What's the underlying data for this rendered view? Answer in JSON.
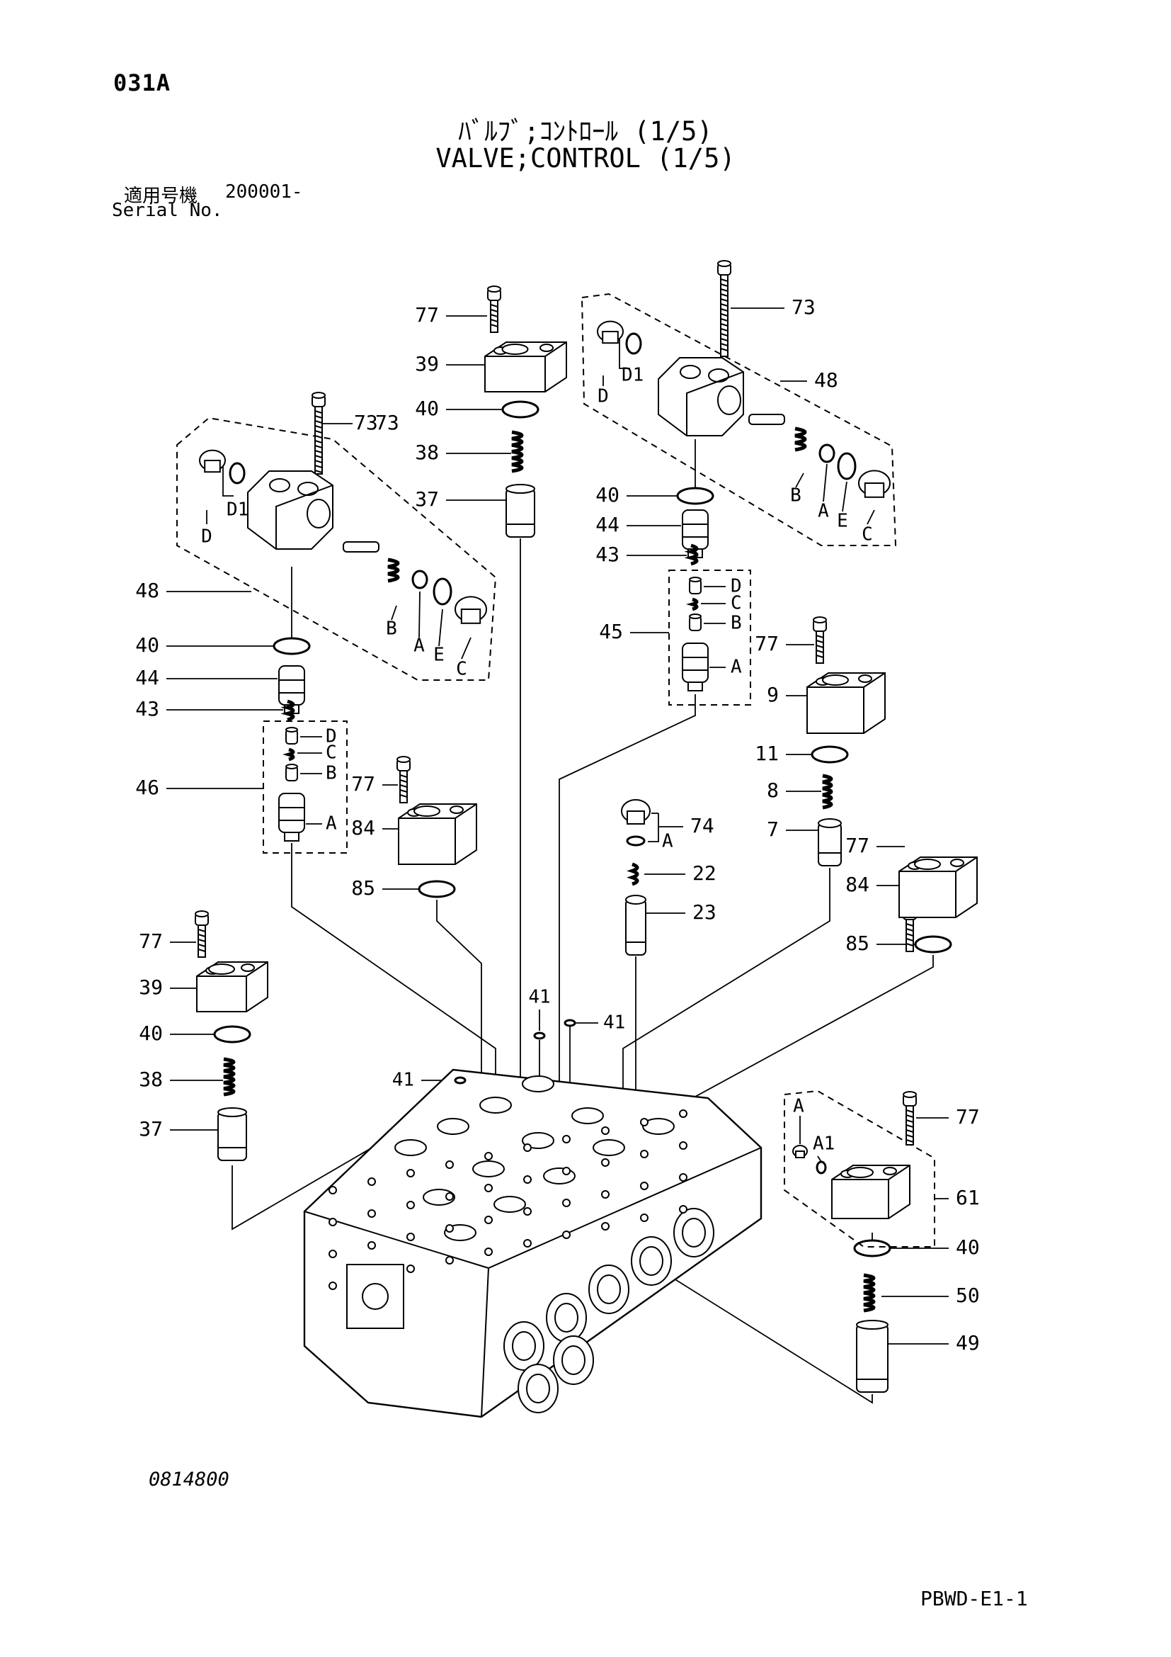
{
  "header": {
    "page_id": "031A",
    "title_jp": "ﾊﾞﾙﾌﾞ;ｺﾝﾄﾛｰﾙ (1/5)",
    "title_en": "VALVE;CONTROL (1/5)",
    "serial_label_jp": "適用号機",
    "serial_value": "200001-",
    "serial_label_en": "Serial No."
  },
  "footer": {
    "drawing_no": "0814800",
    "sheet_code": "PBWD-E1-1"
  },
  "callouts": {
    "left_group": [
      {
        "part": "73"
      },
      {
        "part": "48"
      },
      {
        "part": "40"
      },
      {
        "part": "44"
      },
      {
        "part": "43"
      },
      {
        "part": "46"
      }
    ],
    "left_group_letters": [
      "D1",
      "D",
      "B",
      "A",
      "E",
      "C",
      "D",
      "C",
      "B",
      "A"
    ],
    "center_top": [
      {
        "part": "77"
      },
      {
        "part": "39"
      },
      {
        "part": "40"
      },
      {
        "part": "38"
      },
      {
        "part": "37"
      }
    ],
    "right_group": [
      {
        "part": "73"
      },
      {
        "part": "48"
      },
      {
        "part": "40"
      },
      {
        "part": "44"
      },
      {
        "part": "43"
      },
      {
        "part": "45"
      }
    ],
    "right_group_letters": [
      "D1",
      "D",
      "B",
      "A",
      "E",
      "C",
      "D",
      "C",
      "B",
      "A"
    ],
    "center_mid": [
      {
        "part": "77"
      },
      {
        "part": "84"
      },
      {
        "part": "85"
      },
      {
        "part": "74"
      },
      {
        "part": "22"
      },
      {
        "part": "23"
      },
      {
        "part": "41"
      },
      {
        "part": "41"
      },
      {
        "part": "41"
      }
    ],
    "center_mid_letters": [
      "A"
    ],
    "right_mid": [
      {
        "part": "77"
      },
      {
        "part": "9"
      },
      {
        "part": "11"
      },
      {
        "part": "8"
      },
      {
        "part": "7"
      },
      {
        "part": "77"
      },
      {
        "part": "84"
      },
      {
        "part": "85"
      }
    ],
    "lower_left": [
      {
        "part": "77"
      },
      {
        "part": "39"
      },
      {
        "part": "40"
      },
      {
        "part": "38"
      },
      {
        "part": "37"
      }
    ],
    "lower_right": [
      {
        "part": "77"
      },
      {
        "part": "61"
      },
      {
        "part": "40"
      },
      {
        "part": "50"
      },
      {
        "part": "49"
      }
    ],
    "lower_right_letters": [
      "A",
      "A1"
    ]
  }
}
